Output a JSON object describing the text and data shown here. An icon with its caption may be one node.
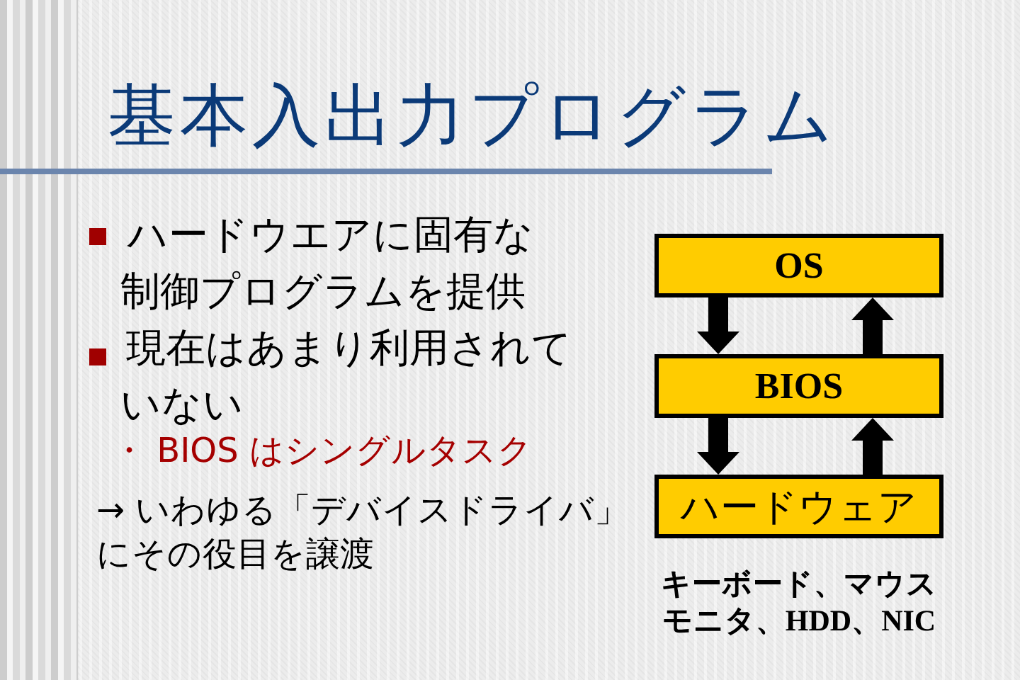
{
  "diagram": {
    "title": "基本入出力プログラム",
    "nodes": [
      {
        "text": [
          "OS"
        ]
      },
      {
        "text": [
          "BIOS"
        ]
      },
      {
        "text": [
          "ハードウェア"
        ],
        "beside": [
          "キーボード、マウスモニタ、HDD、NIC"
        ]
      }
    ],
    "edges": [
      {
        "from": 0,
        "to": 1,
        "arrow": "to"
      },
      {
        "from": 1,
        "to": 0,
        "arrow": "to"
      },
      {
        "from": 1,
        "to": 2,
        "arrow": "to"
      },
      {
        "from": 2,
        "to": 1,
        "arrow": "to"
      }
    ],
    "labels": [
      "ハードウエアに固有な制御プログラムを提供",
      "現在はあまり利用されていない",
      "・ BIOS はシングルタスク",
      "→ いわゆる「デバイスドライバ」にその役目を譲渡"
    ]
  }
}
